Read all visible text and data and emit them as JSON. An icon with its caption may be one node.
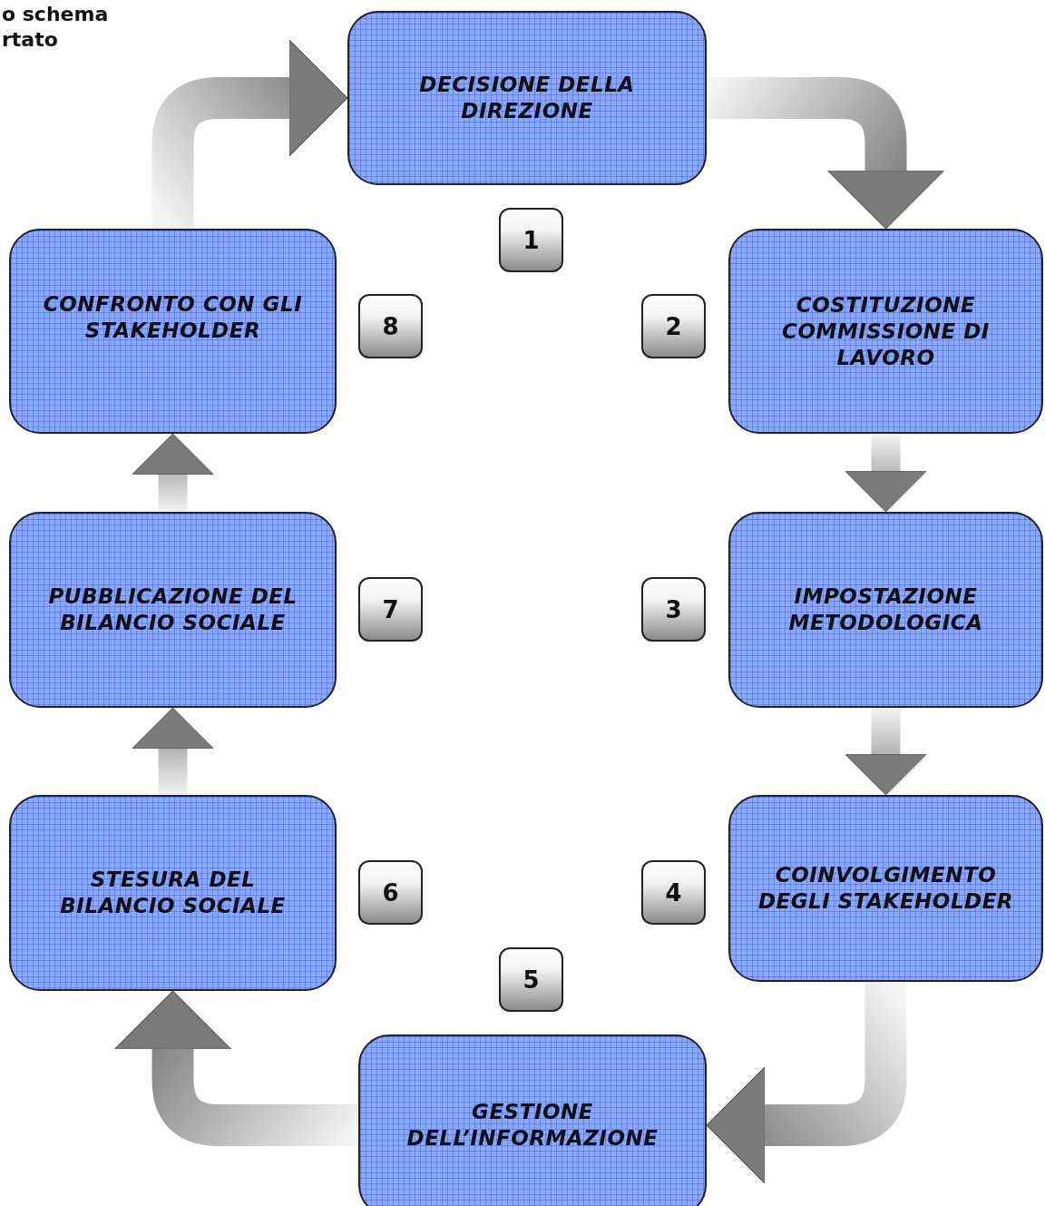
{
  "diagram": {
    "nodes": [
      {
        "text": [
          "DECISIONE DELLA DIREZIONE"
        ]
      },
      {
        "text": [
          "1"
        ]
      },
      {
        "text": [
          "CONFRONTO CON GLI STAKEHOLDER"
        ]
      },
      {
        "text": [
          "8"
        ]
      },
      {
        "text": [
          "2"
        ]
      },
      {
        "text": [
          "COSTITUZIONE COMMISSIONE DI LAVORO"
        ]
      },
      {
        "text": [
          "PUBBLICAZIONE DEL BILANCIO SOCIALE"
        ]
      },
      {
        "text": [
          "7"
        ]
      },
      {
        "text": [
          "3"
        ]
      },
      {
        "text": [
          "IMPOSTAZIONE METODOLOGICA"
        ]
      },
      {
        "text": [
          "STESURA DEL BILANCIO SOCIALE"
        ]
      },
      {
        "text": [
          "6"
        ]
      },
      {
        "text": [
          "4"
        ]
      },
      {
        "text": [
          "COINVOLGIMENTO DEGLI STAKEHOLDER"
        ]
      },
      {
        "text": [
          "5"
        ]
      },
      {
        "text": [
          "GESTIONE DELL’INFORMAZIONE"
        ]
      }
    ],
    "edges": [
      {
        "from": 0,
        "to": 5,
        "arrow": "to"
      },
      {
        "from": 5,
        "to": 9,
        "arrow": "to"
      },
      {
        "from": 9,
        "to": 13,
        "arrow": "to"
      },
      {
        "from": 13,
        "to": 15,
        "arrow": "to"
      },
      {
        "from": 15,
        "to": 10,
        "arrow": "to"
      },
      {
        "from": 10,
        "to": 6,
        "arrow": "to"
      },
      {
        "from": 6,
        "to": 2,
        "arrow": "to"
      },
      {
        "from": 2,
        "to": 0,
        "arrow": "to"
      }
    ],
    "labels": [
      "o schema rtato"
    ]
  }
}
